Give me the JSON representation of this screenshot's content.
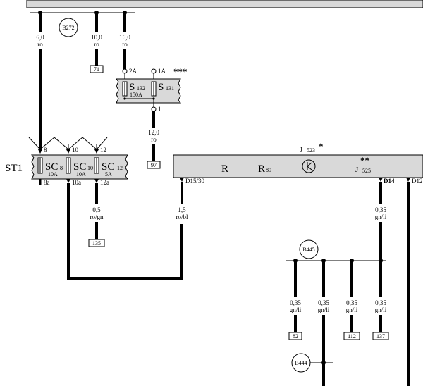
{
  "connectors": {
    "b272": "B272",
    "b445": "B445",
    "b444": "B444"
  },
  "wires": {
    "w6": {
      "size": "6,0",
      "color": "ro"
    },
    "w10": {
      "size": "10,0",
      "color": "ro"
    },
    "w16": {
      "size": "16,0",
      "color": "ro"
    },
    "w12": {
      "size": "12,0",
      "color": "ro"
    },
    "wsc12": {
      "size": "0,5",
      "color": "ro/gn"
    },
    "wd1530": {
      "size": "1,5",
      "color": "ro/bl"
    },
    "wd14": {
      "size": "0,35",
      "color": "gn/li"
    },
    "w82": {
      "size": "0,35",
      "color": "gn/li"
    },
    "wb444": {
      "size": "0,35",
      "color": "gn/li"
    },
    "w112": {
      "size": "0,35",
      "color": "gn/li"
    },
    "w137": {
      "size": "0,35",
      "color": "gn/li"
    }
  },
  "refs": {
    "r71": "71",
    "r97": "97",
    "r135": "135",
    "r82": "82",
    "r112": "112",
    "r137": "137"
  },
  "fuse_box_s": {
    "pin_2a": "2A",
    "pin_1a": "1A",
    "pin_1": "1",
    "stars": "***",
    "s132": {
      "name": "S",
      "num": "132",
      "rating": "150A"
    },
    "s131": {
      "name": "S",
      "num": "131"
    }
  },
  "fuse_box_st1": {
    "label": "ST1",
    "pins_top": [
      "8",
      "10",
      "12"
    ],
    "pins_bottom": [
      "8a",
      "10a",
      "12a"
    ],
    "sc8": {
      "name": "SC",
      "num": "8",
      "rating": "10A"
    },
    "sc10": {
      "name": "SC",
      "num": "10",
      "rating": "10A"
    },
    "sc12": {
      "name": "SC",
      "num": "12",
      "rating": "5A"
    }
  },
  "module": {
    "j523": {
      "name": "J",
      "num": "523",
      "stars": "*"
    },
    "j525": {
      "name": "J",
      "num": "525",
      "stars": "**"
    },
    "r": "R",
    "r89": {
      "name": "R",
      "num": "89"
    },
    "pins": [
      "D15/30",
      "D14",
      "D12"
    ]
  },
  "colors": {
    "box_fill": "#d9d9d9",
    "line": "#000000"
  }
}
